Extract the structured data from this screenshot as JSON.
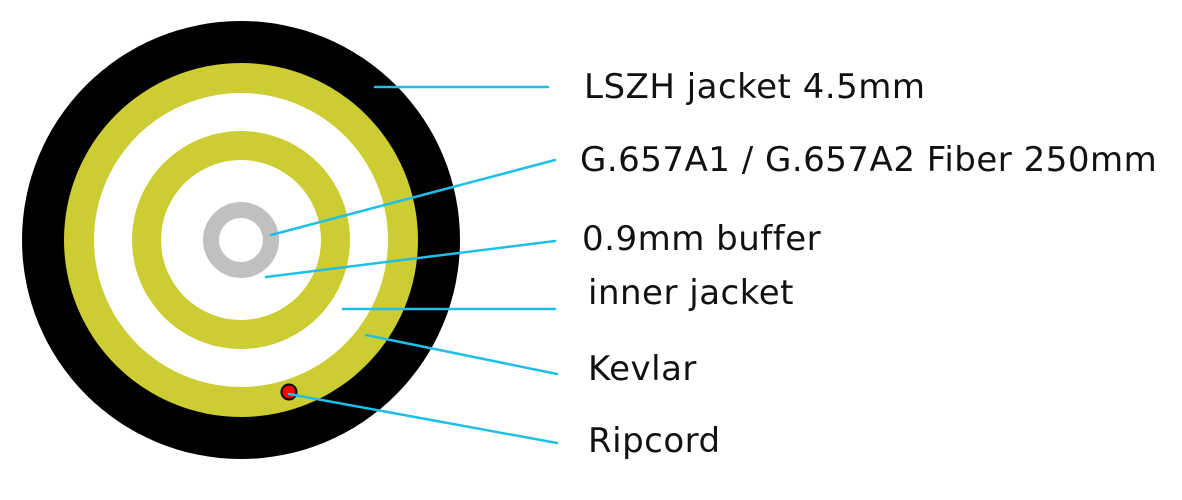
{
  "labels": {
    "jacket": "LSZH jacket  4.5mm",
    "fiber": "G.657A1 / G.657A2 Fiber 250mm",
    "buffer": "0.9mm buffer",
    "inner_jacket": "inner jacket",
    "kevlar": "Kevlar",
    "ripcord": "Ripcord"
  },
  "colors": {
    "jacket": "#000000",
    "kevlar": "#cccc33",
    "inner_jacket": "#ffffff",
    "buffer": "#cccc33",
    "fiber": "#c0c0c0",
    "ripcord": "#ff0000",
    "leader_line": "#1fbfea"
  }
}
